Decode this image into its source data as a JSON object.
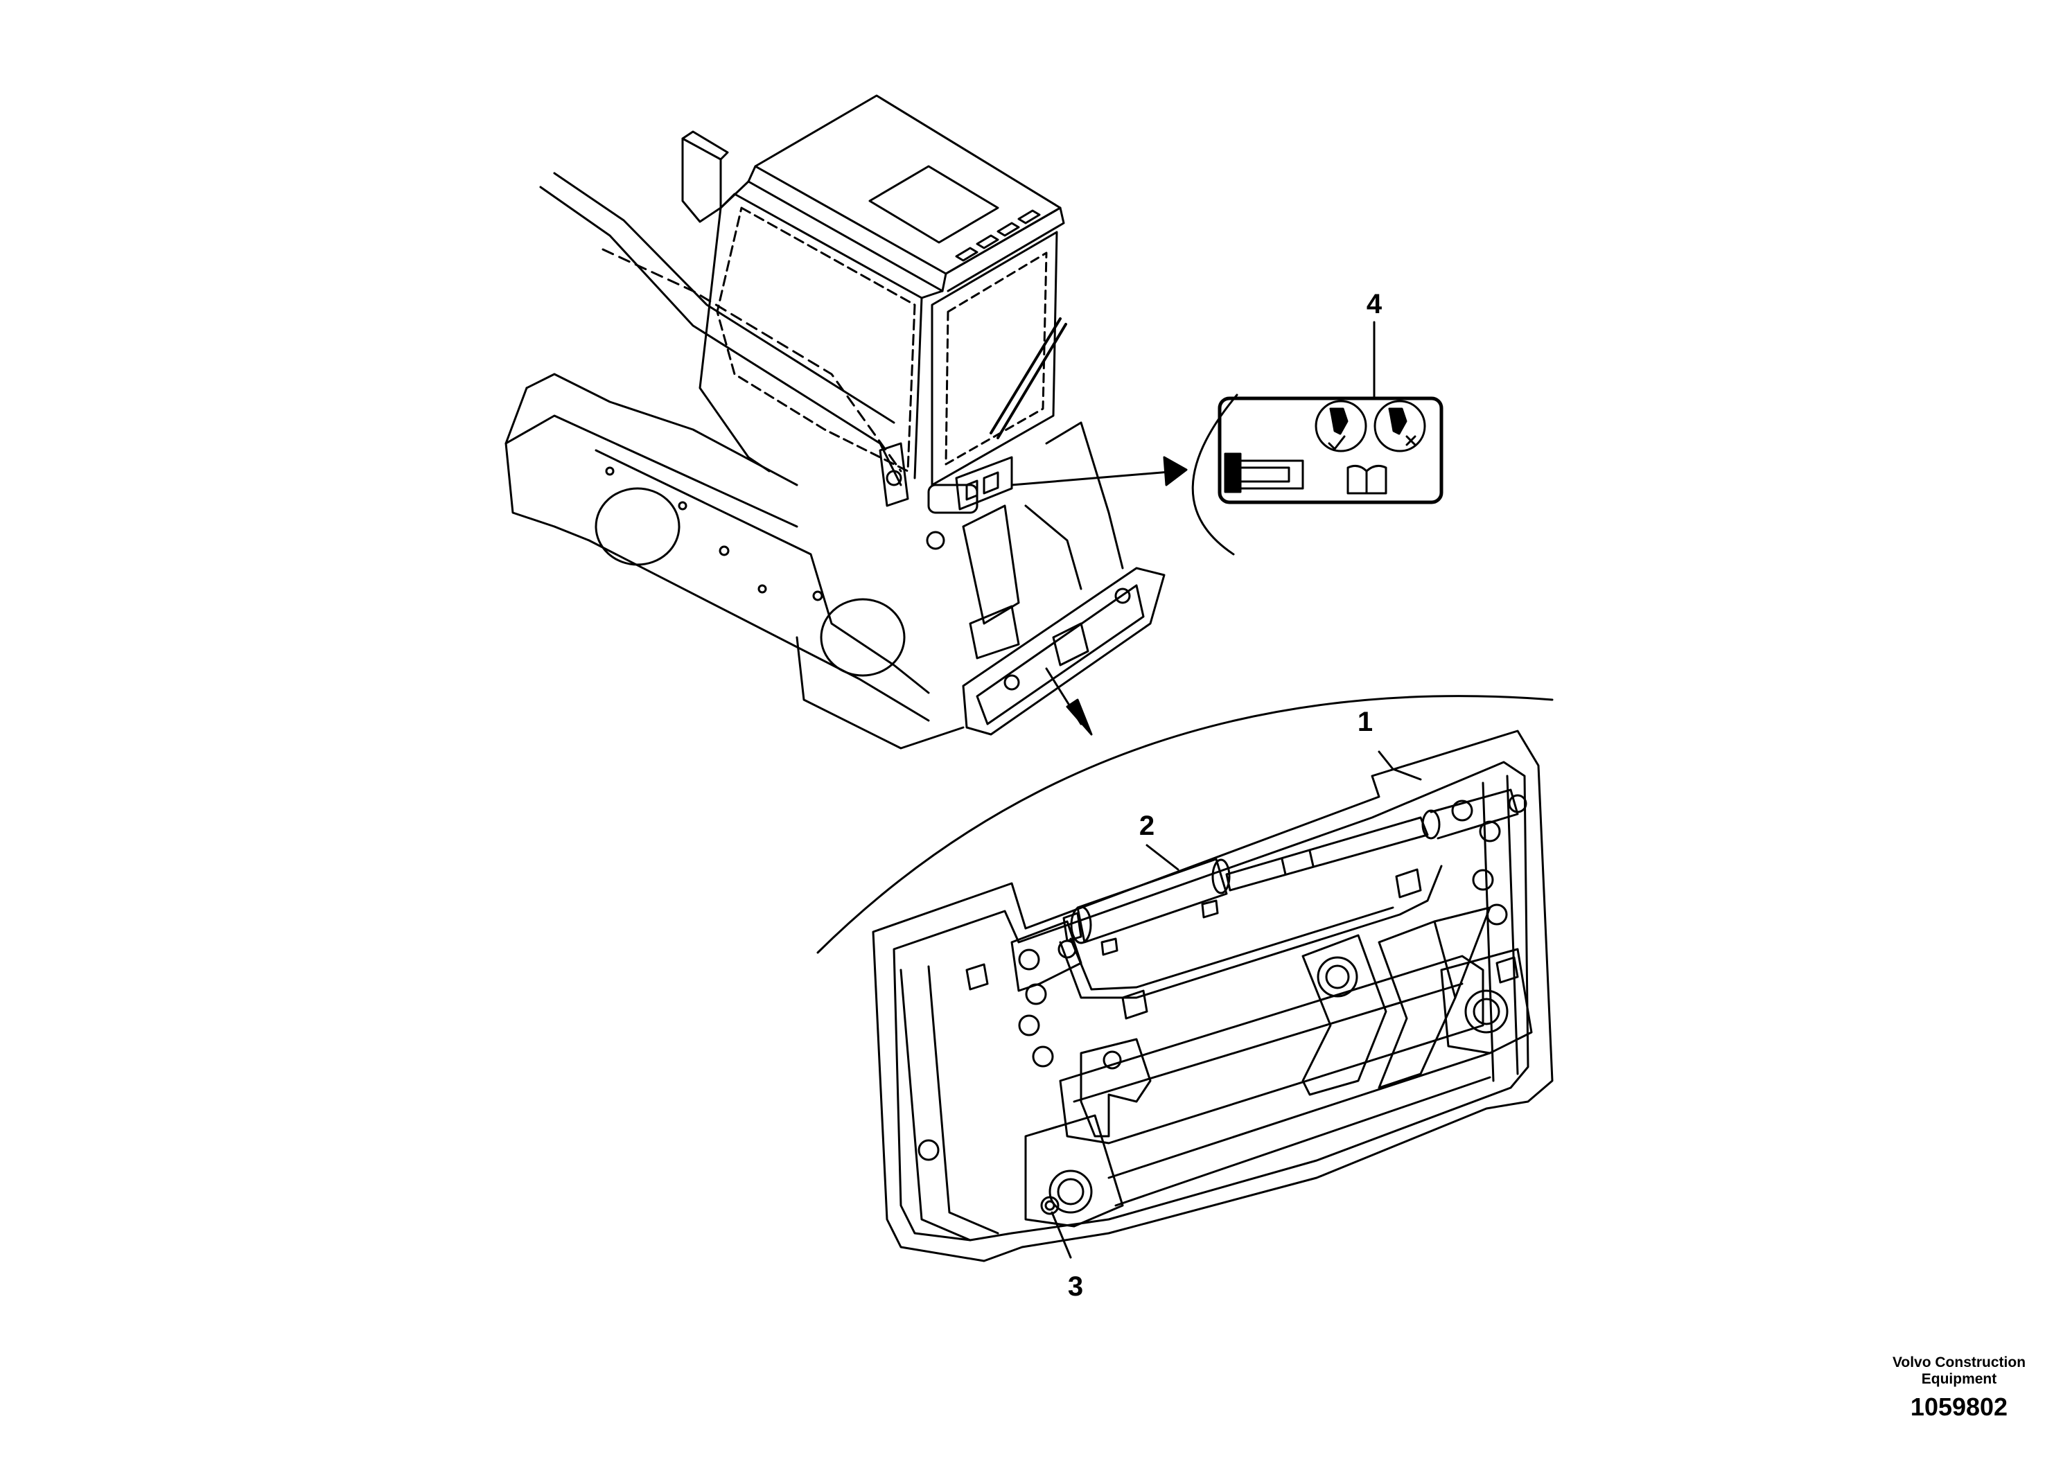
{
  "callouts": {
    "c1": "1",
    "c2": "2",
    "c3": "3",
    "c4": "4"
  },
  "brand": {
    "line1": "Volvo Construction",
    "line2": "Equipment",
    "drawing_number": "1059802"
  },
  "icons": [
    "tick-icon",
    "cross-icon",
    "manual-book-icon"
  ]
}
